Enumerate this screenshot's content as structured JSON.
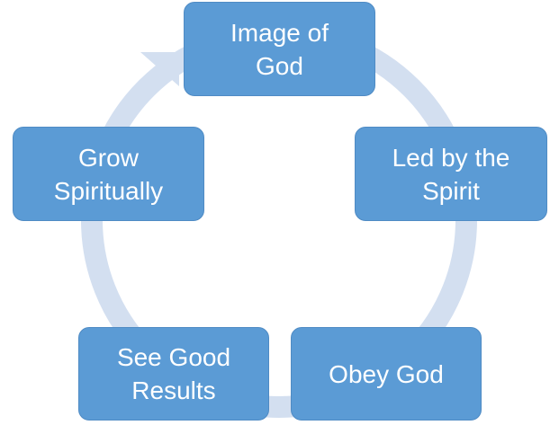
{
  "diagram": {
    "type": "cycle",
    "accent_color": "#5b9bd5",
    "ring_color": "#d3dff0",
    "nodes": [
      {
        "id": "image-of-god",
        "lines": [
          "Image of",
          "God"
        ]
      },
      {
        "id": "led-by-spirit",
        "lines": [
          "Led by the",
          "Spirit"
        ]
      },
      {
        "id": "obey-god",
        "lines": [
          "Obey God"
        ]
      },
      {
        "id": "see-results",
        "lines": [
          "See Good",
          "Results"
        ]
      },
      {
        "id": "grow",
        "lines": [
          "Grow",
          "Spiritually"
        ]
      }
    ]
  }
}
